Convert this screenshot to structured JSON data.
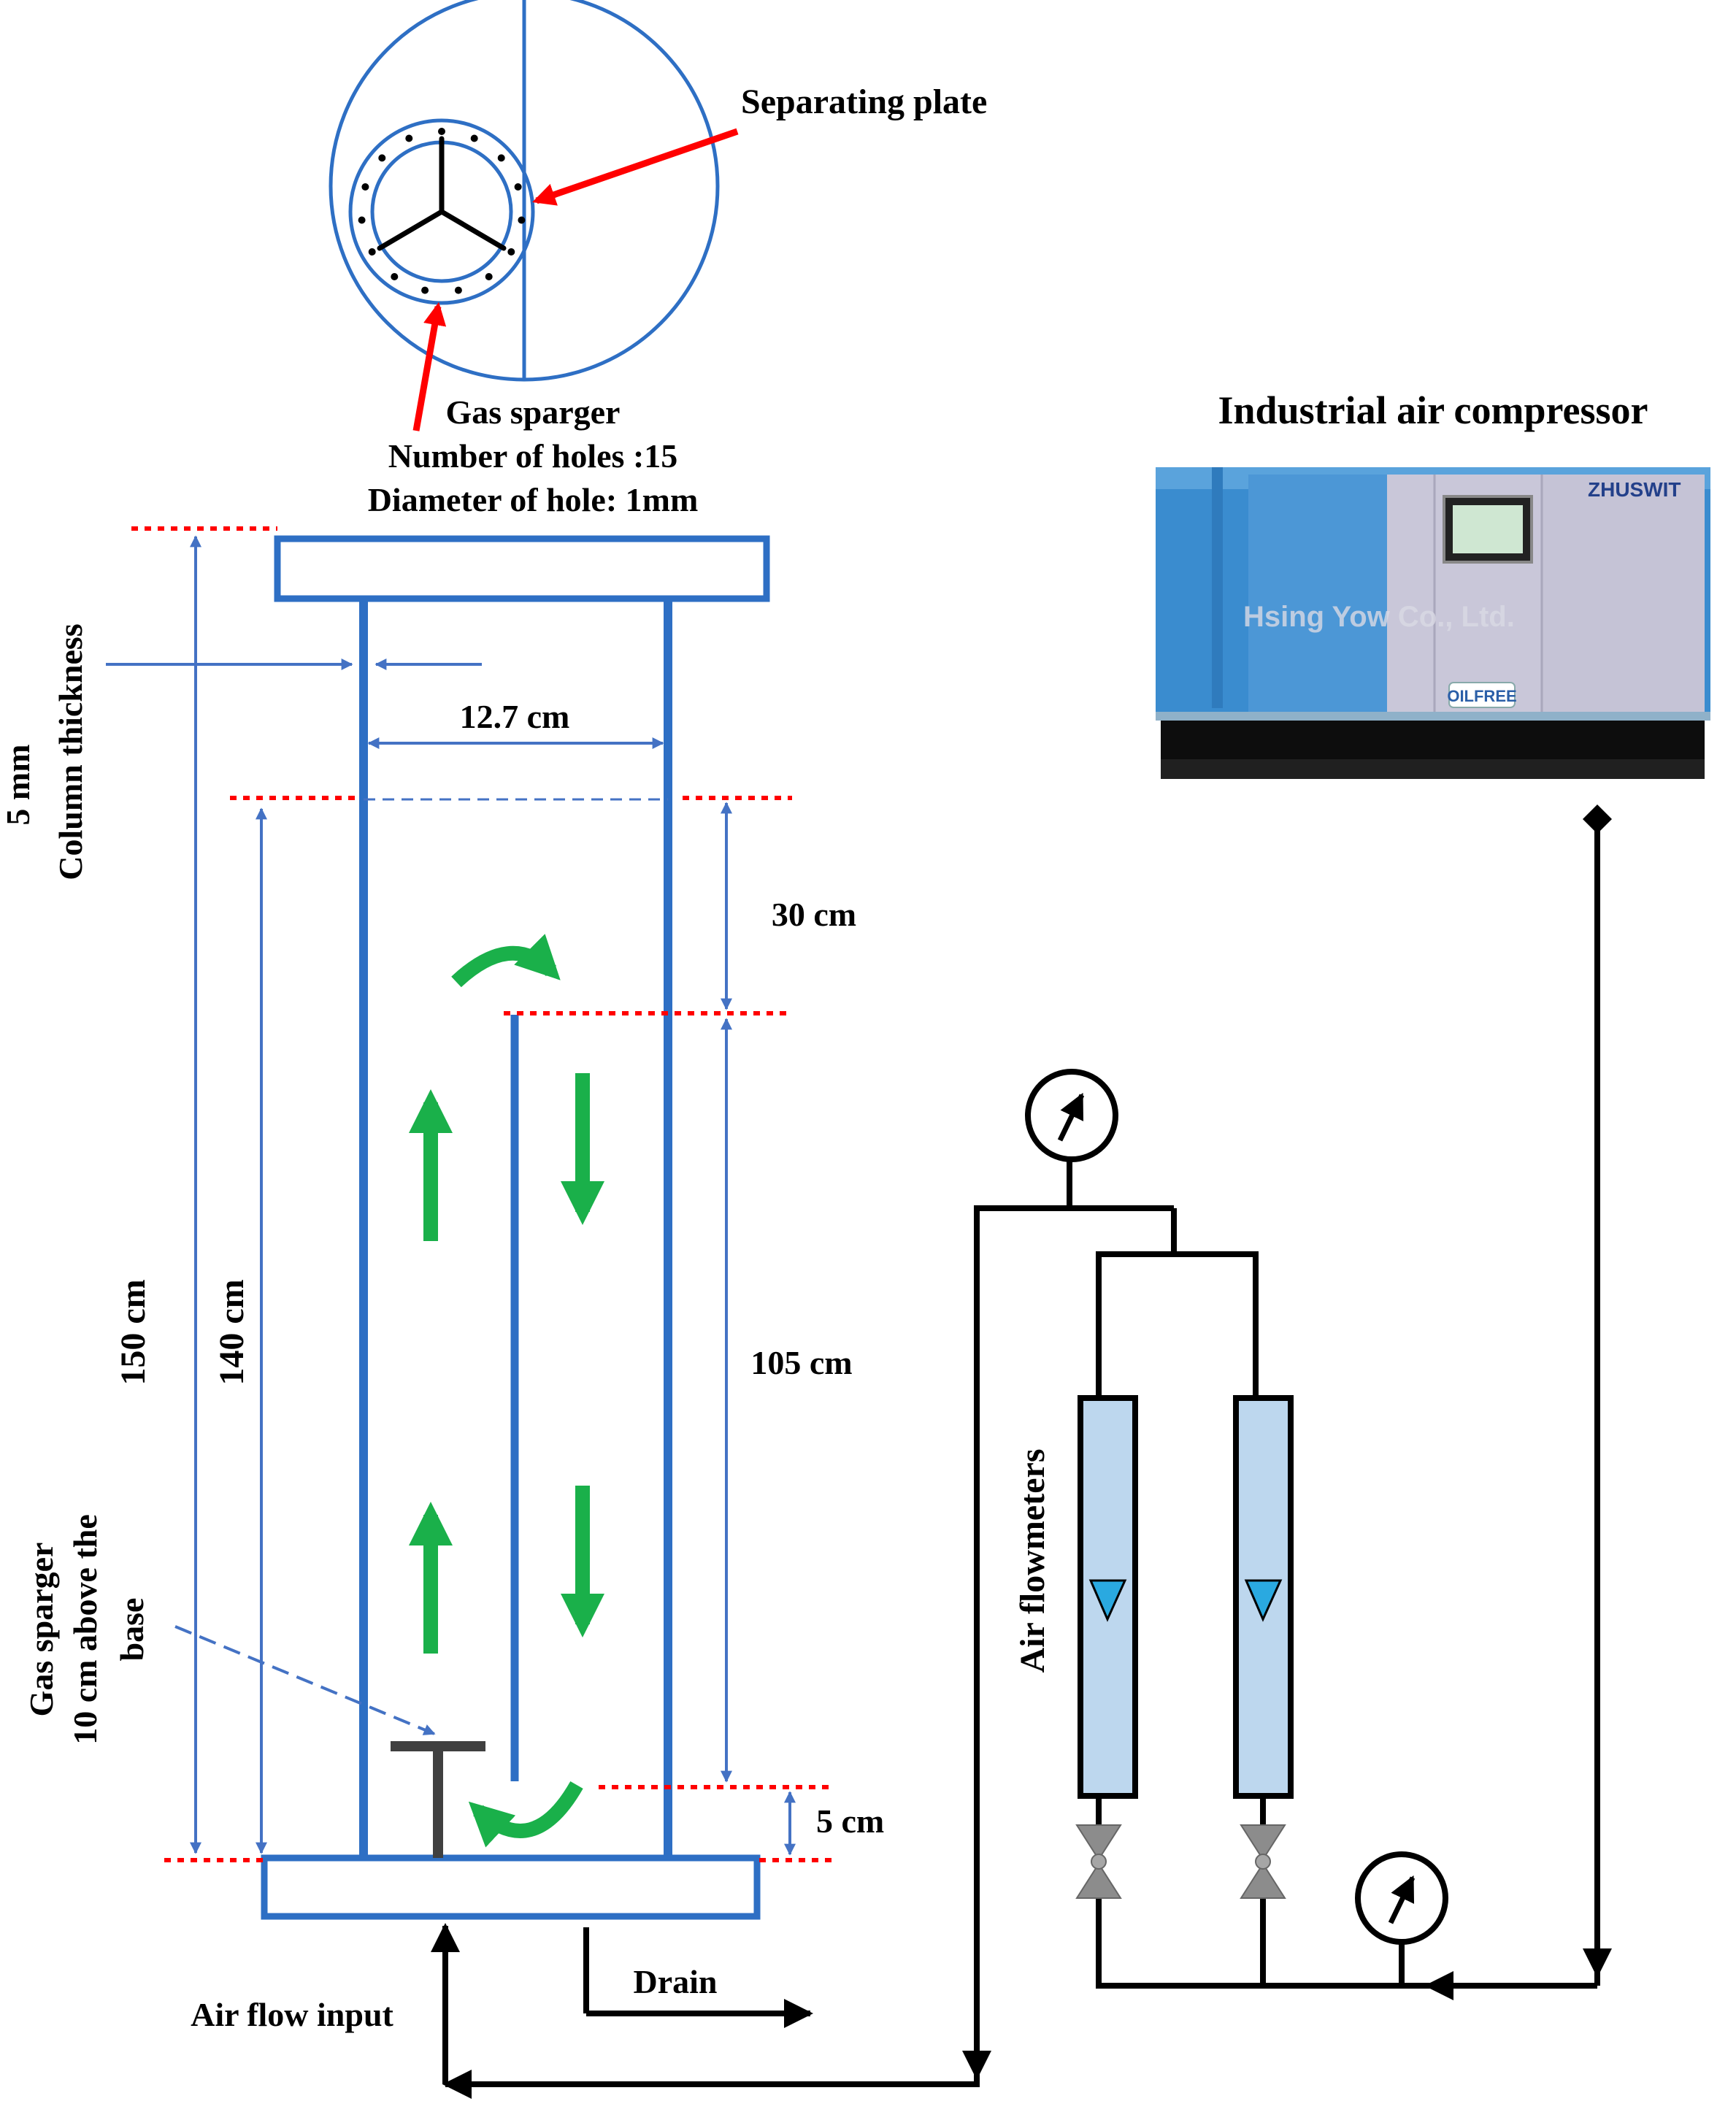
{
  "colors": {
    "column": "#2e6fc4",
    "dim": "#4472c4",
    "red": "#ff0000",
    "green": "#1ab04a",
    "pipe": "#000000",
    "sparger": "#404040",
    "flowmeter_fill": "#bdd7ee",
    "float": "#2aa9e0",
    "valve": "#8c8c8c",
    "compressor_blue": "#3a8ccf",
    "compressor_panel": "#c9c7d9"
  },
  "icons": [
    "pressure-gauge-icon",
    "valve-icon",
    "float-indicator-icon",
    "arrow-icon"
  ],
  "labels": {
    "separating_plate": "Separating plate",
    "gas_sparger_title": "Gas sparger",
    "number_of_holes": "Number of holes :15",
    "diameter_of_hole": "Diameter of hole: 1mm",
    "compressor_title": "Industrial air compressor",
    "column_thickness_value": "5 mm",
    "column_thickness": "Column thickness",
    "inner_diameter": "12.7 cm",
    "height_150": "150 cm",
    "height_140": "140 cm",
    "top_gap": "30 cm",
    "plate_length": "105 cm",
    "bottom_gap": "5 cm",
    "sparger_position_1": "Gas sparger",
    "sparger_position_2": "10 cm above the",
    "sparger_position_3": "base",
    "air_flowmeters": "Air flowmeters",
    "air_flow_input": "Air flow input",
    "drain": "Drain"
  },
  "compressor": {
    "watermark": "Hsing Yow Co., Ltd.",
    "brand": "ZHUSWIT",
    "badge": "OILFREE"
  }
}
